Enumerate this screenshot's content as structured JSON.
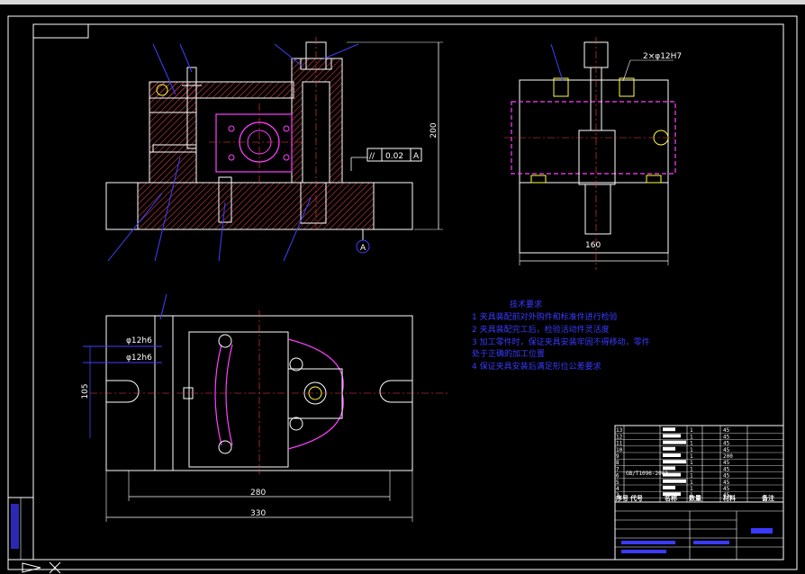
{
  "dimensions": {
    "front_height": "200",
    "side_width": "160",
    "plan_width_inner": "280",
    "plan_width_outer": "330",
    "hole_callout": "2×φ12H7",
    "plan_left_1": "φ12h6",
    "plan_left_2": "φ12h6",
    "plan_side": "105"
  },
  "tolerance": {
    "symbol": "//",
    "value": "0.02",
    "datum": "A"
  },
  "datum_label": "A",
  "tech_requirements": {
    "title": "技术要求",
    "items": [
      "1  夹具装配前对外购件和标准件进行检验",
      "2  夹具装配完工后，检验活动件灵活度",
      "3  加工零件时，保证夹具安装牢固不得移动，零件",
      "   处于正确的加工位置",
      "4  保证夹具安装后满足形位公差要求"
    ]
  },
  "parts_table": {
    "rows": [
      {
        "no": "13",
        "qty": "1",
        "note": "45"
      },
      {
        "no": "12",
        "qty": "1",
        "note": "45"
      },
      {
        "no": "11",
        "qty": "1",
        "note": "45"
      },
      {
        "no": "10",
        "qty": "1",
        "note": "45"
      },
      {
        "no": "9",
        "qty": "1",
        "note": "200"
      },
      {
        "no": "8",
        "qty": "1",
        "note": "45"
      },
      {
        "no": "7",
        "qty": "1",
        "note": "45"
      },
      {
        "no": "6",
        "qty": "1",
        "note": "45"
      },
      {
        "no": "5",
        "qty": "1",
        "note": "45"
      },
      {
        "no": "4",
        "qty": "1",
        "note": "45"
      },
      {
        "no": "3",
        "qty": "1",
        "note": "45"
      }
    ],
    "gb_row": "GB/T1096-2003",
    "header": [
      "序号",
      "代号",
      "名称",
      "数量",
      "材料",
      "备注"
    ]
  },
  "colors": {
    "background": "#000000",
    "frame": "#ffffff",
    "hatch": "#d04040",
    "magenta": "#ff40ff",
    "leader": "#4040ff",
    "yellow": "#ffff40"
  }
}
